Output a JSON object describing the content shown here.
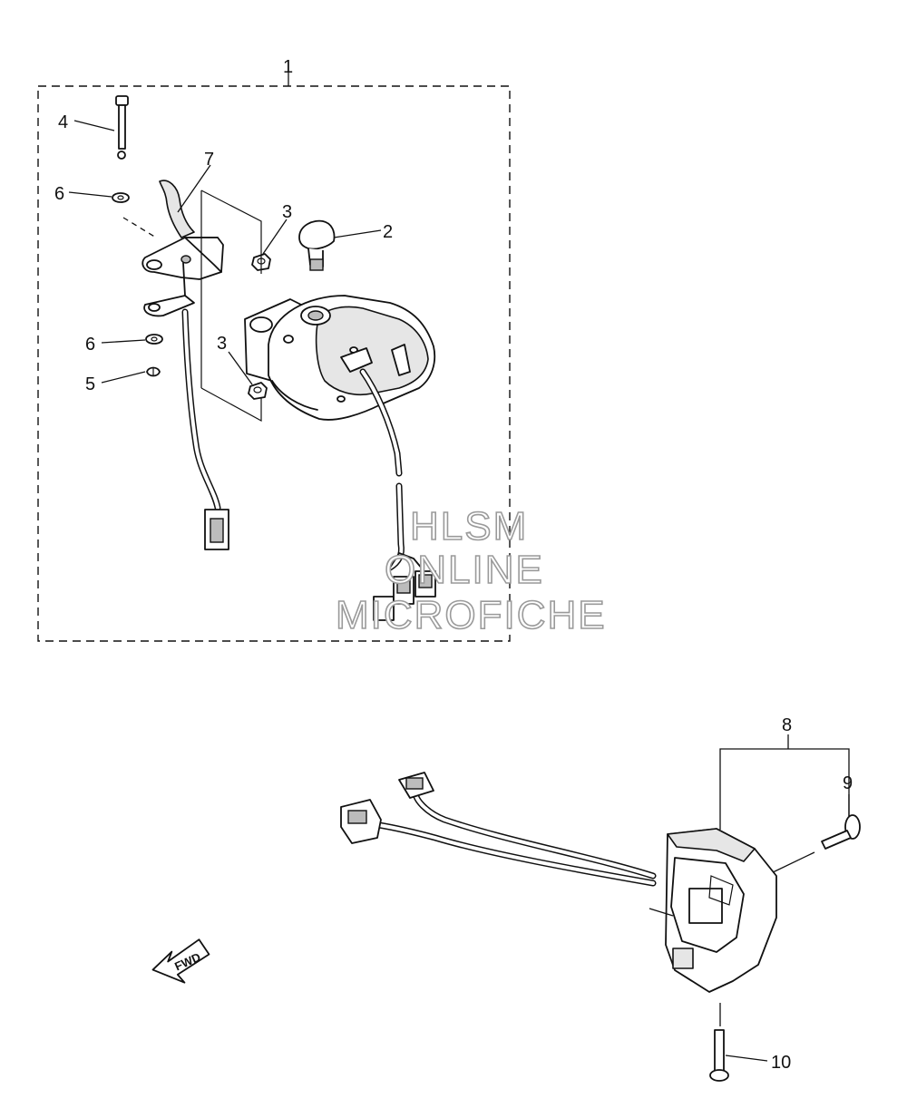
{
  "diagram": {
    "callouts": {
      "c1": "1",
      "c2": "2",
      "c3a": "3",
      "c3b": "3",
      "c4": "4",
      "c5": "5",
      "c6a": "6",
      "c6b": "6",
      "c7": "7",
      "c8": "8",
      "c9": "9",
      "c10": "10"
    },
    "fwd_arrow_label": "FWD"
  },
  "watermark": {
    "line1": "HLSM",
    "line2": "ONLINE",
    "line3": "MICROFICHE"
  },
  "colors": {
    "ink": "#111111",
    "watermark_outline": "#9a9a9a",
    "background": "#ffffff"
  }
}
